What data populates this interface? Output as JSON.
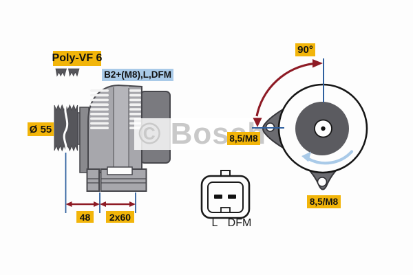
{
  "watermark": {
    "text": "© Bosch"
  },
  "labels": {
    "belt_type": "Poly-VF 6",
    "connections": "B2+(M8),L,DFM",
    "pulley_diameter": "Ø 55",
    "dim_pulley_offset": "48",
    "dim_mount_width": "2x60",
    "mount_angle": "90°",
    "mount_hole_left": "8,5/M8",
    "mount_hole_bottom": "8,5/M8",
    "pin_l": "L",
    "pin_dfm": "DFM"
  },
  "colors": {
    "label-yellow": "#F2B50A",
    "label-blue": "#A9CAE8",
    "dim-red": "#8E1B25",
    "dim-blue": "#2E5F9E",
    "rotation-blue": "#A9CAE8",
    "body-gray": "#A7A7AC",
    "body-light": "#B5B5BA",
    "dark-gray": "#56565B",
    "block-gray": "#7A7A7F",
    "lug-gray": "#6B6B70",
    "outline-gray": "#47474C",
    "watermark-gray": "#C9C9C9"
  }
}
